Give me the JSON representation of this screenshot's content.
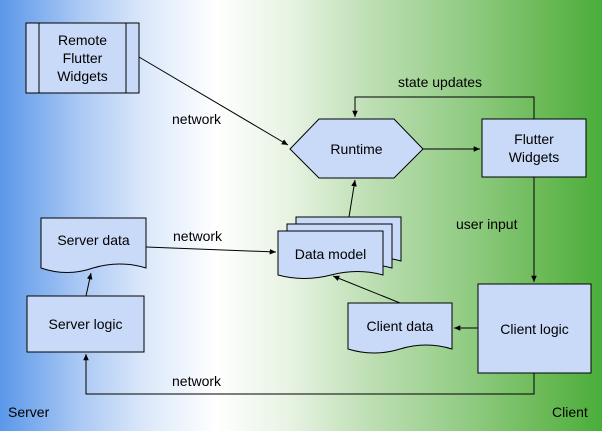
{
  "nodes": {
    "remote_widgets": "Remote\nFlutter\nWidgets",
    "runtime": "Runtime",
    "flutter_widgets": "Flutter\nWidgets",
    "server_data": "Server data",
    "data_model": "Data model",
    "server_logic": "Server logic",
    "client_data": "Client data",
    "client_logic": "Client logic"
  },
  "edge_labels": {
    "network_remote": "network",
    "state_updates": "state updates",
    "network_data": "network",
    "user_input": "user input",
    "network_bottom": "network"
  },
  "regions": {
    "server": "Server",
    "client": "Client"
  },
  "colors": {
    "box_fill": "#c9daf8",
    "stroke": "#000000",
    "server_side": "#5b97e9",
    "client_side": "#4aad3a"
  }
}
